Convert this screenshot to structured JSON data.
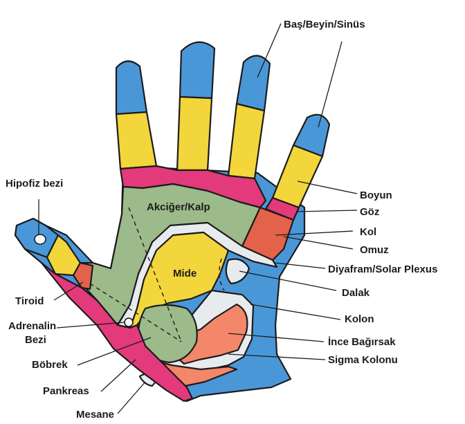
{
  "colors": {
    "blue": "#4a97d8",
    "yellow": "#f2d63b",
    "pink": "#e23a7a",
    "green": "#9cba8a",
    "orange_red": "#e5624a",
    "salmon": "#f4866a",
    "light_gray": "#e8ebee",
    "white": "#ffffff",
    "outline": "#1b1b1b"
  },
  "labels": {
    "head": "Baş/Beyin/Sinüs",
    "pituitary": "Hipofiz bezi",
    "neck": "Boyun",
    "eye": "Göz",
    "arm": "Kol",
    "shoulder": "Omuz",
    "diaphragm": "Diyafram/Solar Plexus",
    "spleen": "Dalak",
    "colon": "Kolon",
    "small_intestine": "İnce Bağırsak",
    "sigmoid": "Sigma Kolonu",
    "thyroid": "Tiroid",
    "adrenal_line1": "Adrenalin",
    "adrenal_line2": "Bezi",
    "kidney": "Böbrek",
    "pancreas": "Pankreas",
    "bladder": "Mesane",
    "lung_heart": "Akciğer/Kalp",
    "stomach": "Mide"
  }
}
